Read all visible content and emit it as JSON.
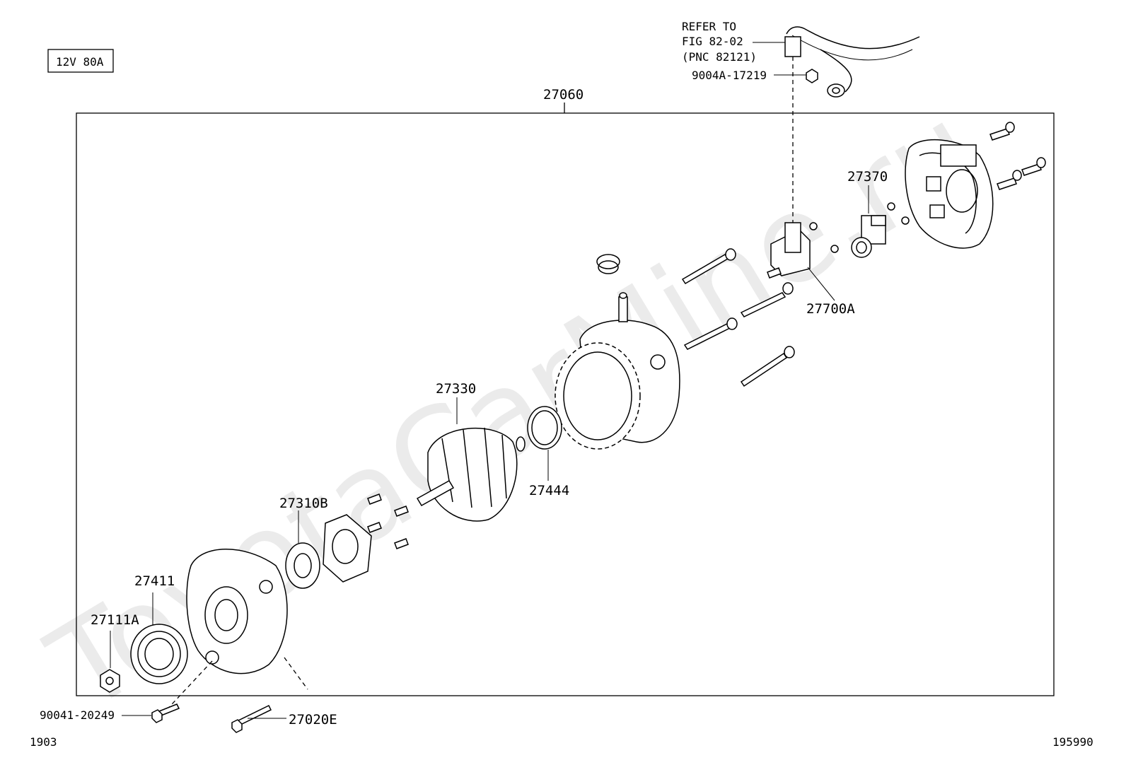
{
  "spec_label": "12V 80A",
  "assembly_label": "27060",
  "watermark": "ToyotaCarMine.ru",
  "refer": {
    "line1": "REFER TO",
    "line2": "FIG 82-02",
    "line3": "(PNC 82121)"
  },
  "parts": {
    "nut_9004a": "9004A-17219",
    "brush_holder": "27370",
    "regulator": "27700A",
    "rotor": "27330",
    "ring": "27444",
    "bearing": "27310B",
    "frame": "27411",
    "pulley_nut": "27111A",
    "bolt_90041": "90041-20249",
    "bolt_27020e": "27020E"
  },
  "footer": {
    "left": "1903",
    "right": "195990"
  }
}
